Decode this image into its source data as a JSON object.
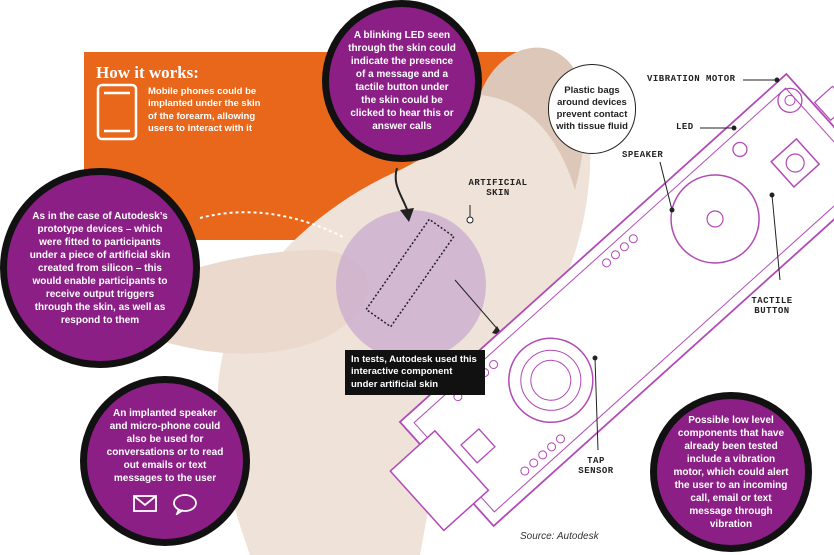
{
  "heading": "How it works:",
  "intro": "Mobile phones could be implanted under the skin of the forearm, allowing users to interact with it",
  "circles": {
    "led": "A blinking LED seen through the skin could indicate the presence of a message and a tactile button under the skin could be clicked to hear this or answer calls",
    "prototype": "As in the case of Autodesk’s prototype devices – which were fitted to participants under a piece of artificial skin created from silicon – this would enable participants to receive output triggers through the skin, as well as respond to them",
    "speaker": "An implanted speaker and micro-phone could also be used for conversations or to read out emails or text messages to the user",
    "components": "Possible low level components that have already been tested include a vibration motor, which could alert the user to an incoming call, email or text message through vibration"
  },
  "tests_caption": "In tests, Autodesk used this interactive component under artificial skin",
  "bubble": "Plastic bags around devices prevent contact with tissue fluid",
  "labels": {
    "artificial_skin": "ARTIFICIAL SKIN",
    "vibration_motor": "VIBRATION MOTOR",
    "led": "LED",
    "speaker": "SPEAKER",
    "tactile_button": "TACTILE BUTTON",
    "tap_sensor": "TAP SENSOR"
  },
  "source": "Source: Autodesk",
  "colors": {
    "orange": "#e8671b",
    "purple": "#8b1f86",
    "device": "#b14ab6"
  },
  "icons": [
    "phone-icon",
    "envelope-icon",
    "speech-bubble-icon"
  ]
}
